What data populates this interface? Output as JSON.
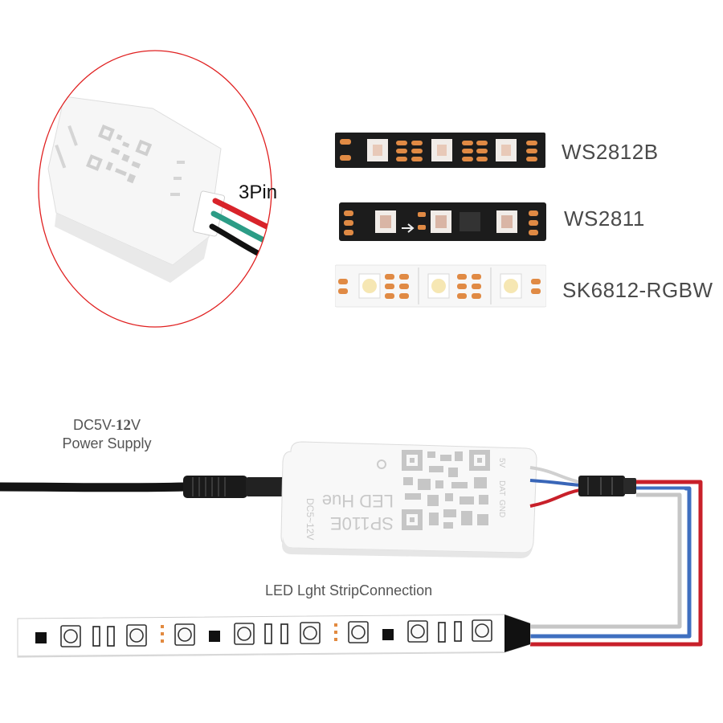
{
  "callout": {
    "pin_label": "3Pin"
  },
  "strips": [
    {
      "name": "WS2812B"
    },
    {
      "name": "WS2811"
    },
    {
      "name": "SK6812-RGBW"
    }
  ],
  "power": {
    "line1_prefix": "DC5V-",
    "line1_bold": "12",
    "line1_suffix": "V",
    "line2": "Power Supply"
  },
  "controller": {
    "brand": "LED Hue",
    "model": "SP110E",
    "rating": "DC5~12V",
    "pins": [
      "5V",
      "DAT",
      "GND"
    ]
  },
  "connection_label": "LED Lght StripConnection"
}
